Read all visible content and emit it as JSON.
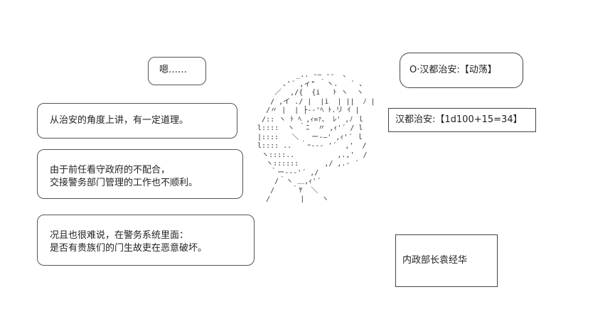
{
  "bubbles": {
    "b1": {
      "line1": "嗯……"
    },
    "b2": {
      "line1": "从治安的角度上讲，有一定道理。"
    },
    "b3": {
      "line1": "由于前任看守政府的不配合，",
      "line2": "交接警务部门管理的工作也不顺利。"
    },
    "b4": {
      "line1": "况且也很难说，在警务系统里面：",
      "line2": "是否有贵族们的门生故吏在恶意破坏。"
    }
  },
  "labels": {
    "capital_security": "O·汉都治安:【动荡】",
    "dice_roll": "汉都治安:【1d100+15=34】",
    "minister_name": "内政部长袁经华"
  },
  "art_lines": [
    "           _.. -― ‐-  ､",
    "        ､'´ ,ィ\" ｀ヽ.   ` ､",
    "      ／  ,/{  {i   ﾄ ヽ  ヽ",
    "     / ,イ ./ |  |i  | ||  ﾉ |",
    "    /〃 |  | ├-‐'ﾍ ﾄ.リ ｲ |",
    "   /:: ヽ ﾄ ﾍ ,ｨ=ｧ、 ﾚ' ,ﾉ ｌ",
    "  l::::  ヽ ｀ﾆ  〃 ,ｨ'´ / l",
    "  |::::   ＼   ー-―' ,ｨ'´ ｌ",
    "  l:::: ..  ｀ｰ--- '´  ,'  /",
    "   ヽ::::..          ,.,'  /",
    "    ヽ::::::      ,/ ,.- ´",
    "     ｀ー--‐'´ ,/",
    "      /｀ヽ ＿,ｨ'´",
    "     /    ｀ﾔ  ＼",
    "    /       |    ヽ"
  ]
}
